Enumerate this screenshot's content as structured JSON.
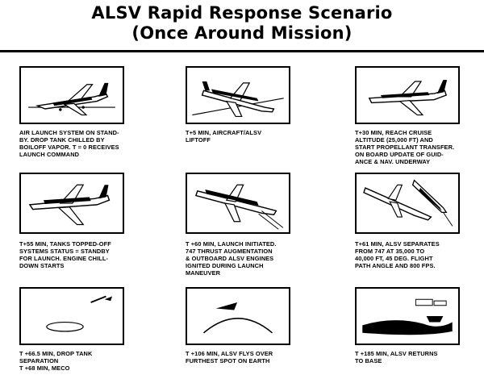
{
  "title": {
    "line1": "ALSV Rapid Response Scenario",
    "line2": "(Once Around Mission)"
  },
  "panels": [
    {
      "caption": [
        "AIR LAUNCH SYSTEM ON STAND-",
        "BY.  DROP TANK CHILLED BY",
        "BOILOFF VAPOR.  t = 0 RECEIVES",
        "LAUNCH COMMAND"
      ]
    },
    {
      "caption": [
        "T+5 MIN, AIRCRAFT/ALSV",
        "LIFTOFF"
      ]
    },
    {
      "caption": [
        "T+30 MIN, REACH CRUISE",
        "ALTITUDE (25,000 FT) AND",
        "START PROPELLANT TRANSFER.",
        "ON BOARD UPDATE OF GUID-",
        "ANCE & NAV. UNDERWAY"
      ]
    },
    {
      "caption": [
        "T+55 MIN, TANKS TOPPED-OFF",
        "SYSTEMS STATUS = STANDBY",
        "FOR LAUNCH.  ENGINE CHILL-",
        "DOWN STARTS"
      ]
    },
    {
      "caption": [
        "T +60 MIN, LAUNCH INITIATED.",
        "747 THRUST AUGMENTATION",
        "& OUTBOARD ALSV ENGINES",
        "IGNITED DURING LAUNCH",
        "MANEUVER"
      ]
    },
    {
      "caption": [
        "T+61 MIN, ALSV SEPARATES",
        "FROM 747 AT 35,000 TO",
        "40,000 FT, 45 DEG. FLIGHT",
        "PATH ANGLE AND 800 FPS."
      ]
    },
    {
      "caption": [
        "T +66.5 MIN, DROP TANK",
        "SEPARATION",
        "T +68 MIN, MECO"
      ]
    },
    {
      "caption": [
        "T +106 MIN, ALSV FLYS OVER",
        "FURTHEST SPOT ON EARTH"
      ]
    },
    {
      "caption": [
        "T +185 MIN, ALSV RETURNS",
        "TO BASE"
      ]
    }
  ]
}
